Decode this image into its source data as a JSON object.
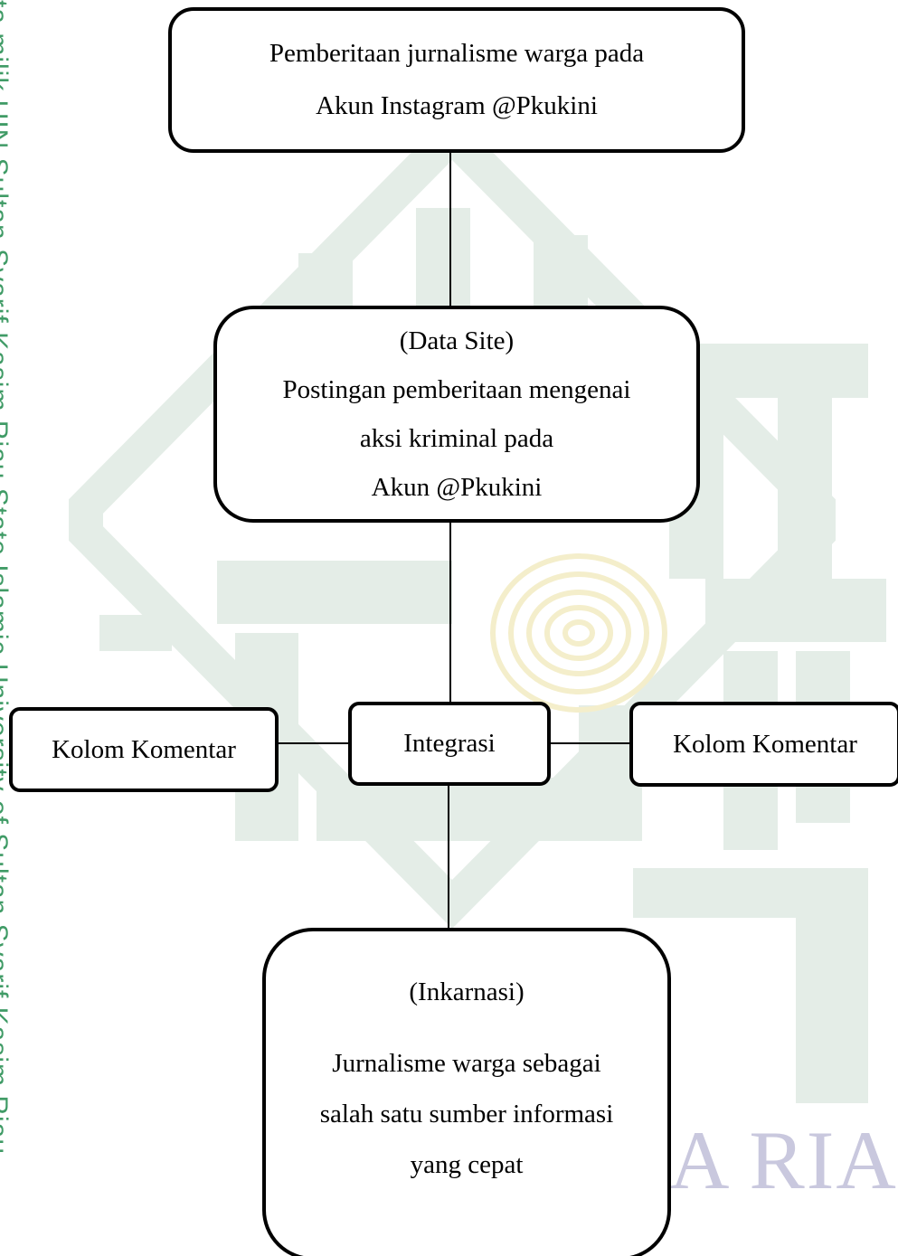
{
  "diagram": {
    "nodes": {
      "top": {
        "lines": [
          "Pemberitaan jurnalisme warga pada",
          "Akun Instagram @Pkukini"
        ]
      },
      "data_site": {
        "lines": [
          "(Data Site)",
          "Postingan pemberitaan mengenai",
          "aksi kriminal pada",
          "Akun @Pkukini"
        ]
      },
      "left": {
        "label": "Kolom Komentar"
      },
      "center": {
        "label": "Integrasi"
      },
      "right": {
        "label": "Kolom Komentar"
      },
      "bottom": {
        "heading": "(Inkarnasi)",
        "lines": [
          "Jurnalisme warga sebagai",
          "salah satu sumber informasi",
          "yang cepat"
        ]
      }
    }
  },
  "watermark": {
    "side_text": "ta milik UIN Sultan Syarif Kasim Riau   State Islamic University of Sultan Syarif Kasim Riau",
    "bottom_text": "A RIAU",
    "colors": {
      "side": "#1f8a4c",
      "logo": "#e4ede7",
      "seal": "#f4eecb",
      "bottom": "#c9c8de"
    }
  }
}
